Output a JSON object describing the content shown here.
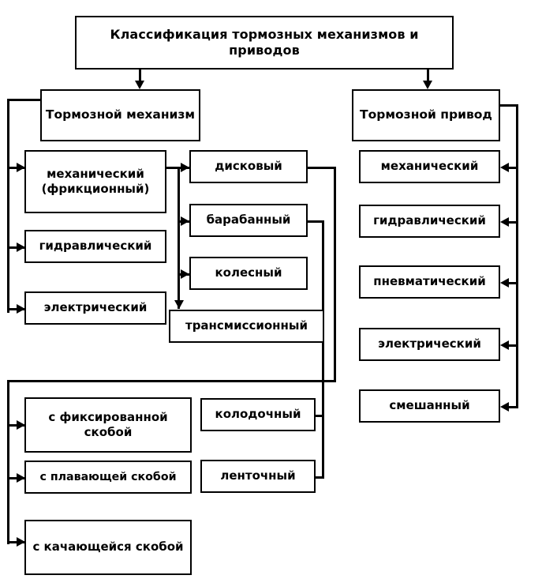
{
  "diagram": {
    "title": "Классификация тормозных механизмов и приводов",
    "root": {
      "label": "Классификация тормозных механизмов и приводов"
    },
    "branches": [
      {
        "id": "brake-mechanism",
        "label": "Тормозной механизм"
      },
      {
        "id": "brake-drive",
        "label": "Тормозной привод"
      }
    ],
    "mechanism_types": [
      {
        "id": "mechanical-friction",
        "label": "механический (фрикционный)"
      },
      {
        "id": "hydraulic",
        "label": "гидравлический"
      },
      {
        "id": "electric",
        "label": "электрический"
      }
    ],
    "friction_kinds": [
      {
        "id": "disc",
        "label": "дисковый"
      },
      {
        "id": "drum",
        "label": "барабанный"
      },
      {
        "id": "wheel",
        "label": "колесный"
      },
      {
        "id": "transmission",
        "label": "трансмиссионный"
      }
    ],
    "drive_types": [
      {
        "id": "drive-mechanical",
        "label": "механический"
      },
      {
        "id": "drive-hydraulic",
        "label": "гидравлический"
      },
      {
        "id": "drive-pneumatic",
        "label": "пневматический"
      },
      {
        "id": "drive-electric",
        "label": "электрический"
      },
      {
        "id": "drive-mixed",
        "label": "смешанный"
      }
    ],
    "disc_caliper_kinds": [
      {
        "id": "fixed-caliper",
        "label": "с фиксированной скобой"
      },
      {
        "id": "floating-caliper",
        "label": "с плавающей скобой"
      },
      {
        "id": "swinging-caliper",
        "label": "с качающейся скобой"
      }
    ],
    "drum_kinds": [
      {
        "id": "shoe",
        "label": "колодочный"
      },
      {
        "id": "band",
        "label": "ленточный"
      }
    ],
    "colors": {
      "line": "#000000",
      "box_fill": "#ffffff",
      "text": "#000000",
      "background": "#ffffff"
    }
  }
}
